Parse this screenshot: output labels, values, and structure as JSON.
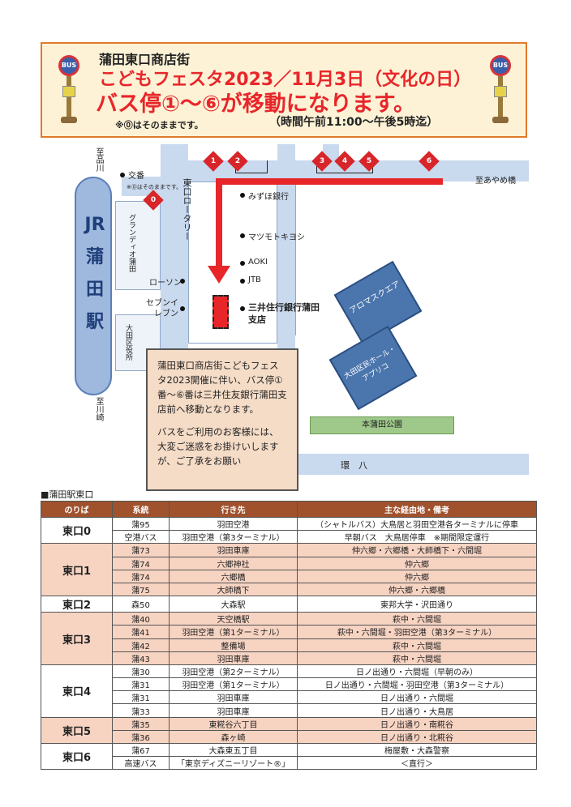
{
  "header": {
    "organization": "蒲田東口商店街",
    "event": "こどもフェスタ2023／11月3日（文化の日）",
    "headline": "バス停①～⑥が移動になります。",
    "hours": "（時間午前11:00～午後5時迄）",
    "note": "※⓪はそのままです。",
    "bus_sign_text": "BUS"
  },
  "map": {
    "to_shinagawa": "至品川",
    "to_kawasaki": "至川崎",
    "to_ayamebashi": "至あやめ橋",
    "station": "JR蒲田駅",
    "koban": "交番",
    "stop0_note": "※⓪はそのままです。",
    "stop0": "0",
    "higashiguchi_rotary": "東口ロータリー",
    "grandio": "グランディオ蒲田",
    "mizuho": "みずほ銀行",
    "matsumoto": "マツモトキヨシ",
    "aoki": "AOKI",
    "lawson": "ローソン",
    "jtb": "JTB",
    "seven": "セブンイレブン",
    "smbc": "三井住行銀行蒲田支店",
    "ota_office": "大田区役所",
    "aroma": "アロマスクエア",
    "apriko": "大田区民ホール・アプリコ",
    "park": "本蒲田公園",
    "kanpachi": "環　八",
    "stops": [
      "1",
      "2",
      "3",
      "4",
      "5",
      "6"
    ],
    "callout_p1": "蒲田東口商店街こどもフェスタ2023開催に伴い、バス停①番～⑥番は三井住友銀行蒲田支店前へ移動となります。",
    "callout_p2": "バスをご利用のお客様には、大変ご迷惑をお掛けいしますが、ご了承をお願い"
  },
  "table": {
    "section_title": "■蒲田駅東口",
    "headers": [
      "のりば",
      "系統",
      "行き先",
      "主な経由地・備考"
    ],
    "groups": [
      {
        "stop": "東口0",
        "rows": [
          [
            "蒲95",
            "羽田空港",
            "（シャトルバス）大鳥居と羽田空港各ターミナルに停車"
          ],
          [
            "空港バス",
            "羽田空港（第3ターミナル）",
            "早朝バス　大鳥居停車　※期間限定運行"
          ]
        ]
      },
      {
        "stop": "東口1",
        "rows": [
          [
            "蒲73",
            "羽田車庫",
            "仲六郷・六郷橋・大師橋下・六間堀"
          ],
          [
            "蒲74",
            "六郷神社",
            "仲六郷"
          ],
          [
            "蒲74",
            "六郷橋",
            "仲六郷"
          ],
          [
            "蒲75",
            "大師橋下",
            "仲六郷・六郷橋"
          ]
        ]
      },
      {
        "stop": "東口2",
        "rows": [
          [
            "森50",
            "大森駅",
            "東邦大学・沢田通り"
          ]
        ]
      },
      {
        "stop": "東口3",
        "rows": [
          [
            "蒲40",
            "天空橋駅",
            "萩中・六間堀"
          ],
          [
            "蒲41",
            "羽田空港（第1ターミナル）",
            "萩中・六間堀・羽田空港（第3ターミナル）"
          ],
          [
            "蒲42",
            "整備場",
            "萩中・六間堀"
          ],
          [
            "蒲43",
            "羽田車庫",
            "萩中・六間堀"
          ]
        ]
      },
      {
        "stop": "東口4",
        "rows": [
          [
            "蒲30",
            "羽田空港（第2ターミナル）",
            "日ノ出通り・六間堀（早朝のみ）"
          ],
          [
            "蒲31",
            "羽田空港（第1ターミナル）",
            "日ノ出通り・六間堀・羽田空港（第3ターミナル）"
          ],
          [
            "蒲31",
            "羽田車庫",
            "日ノ出通り・六間堀"
          ],
          [
            "蒲33",
            "羽田車庫",
            "日ノ出通り・大鳥居"
          ]
        ]
      },
      {
        "stop": "東口5",
        "rows": [
          [
            "蒲35",
            "東糀谷六丁目",
            "日ノ出通り・南糀谷"
          ],
          [
            "蒲36",
            "森ヶ崎",
            "日ノ出通り・北糀谷"
          ]
        ]
      },
      {
        "stop": "東口6",
        "rows": [
          [
            "蒲67",
            "大森東五丁目",
            "梅屋敷・大森警察"
          ],
          [
            "高速バス",
            "「東京ディズニーリゾート®」",
            "＜直行＞"
          ]
        ]
      }
    ]
  }
}
